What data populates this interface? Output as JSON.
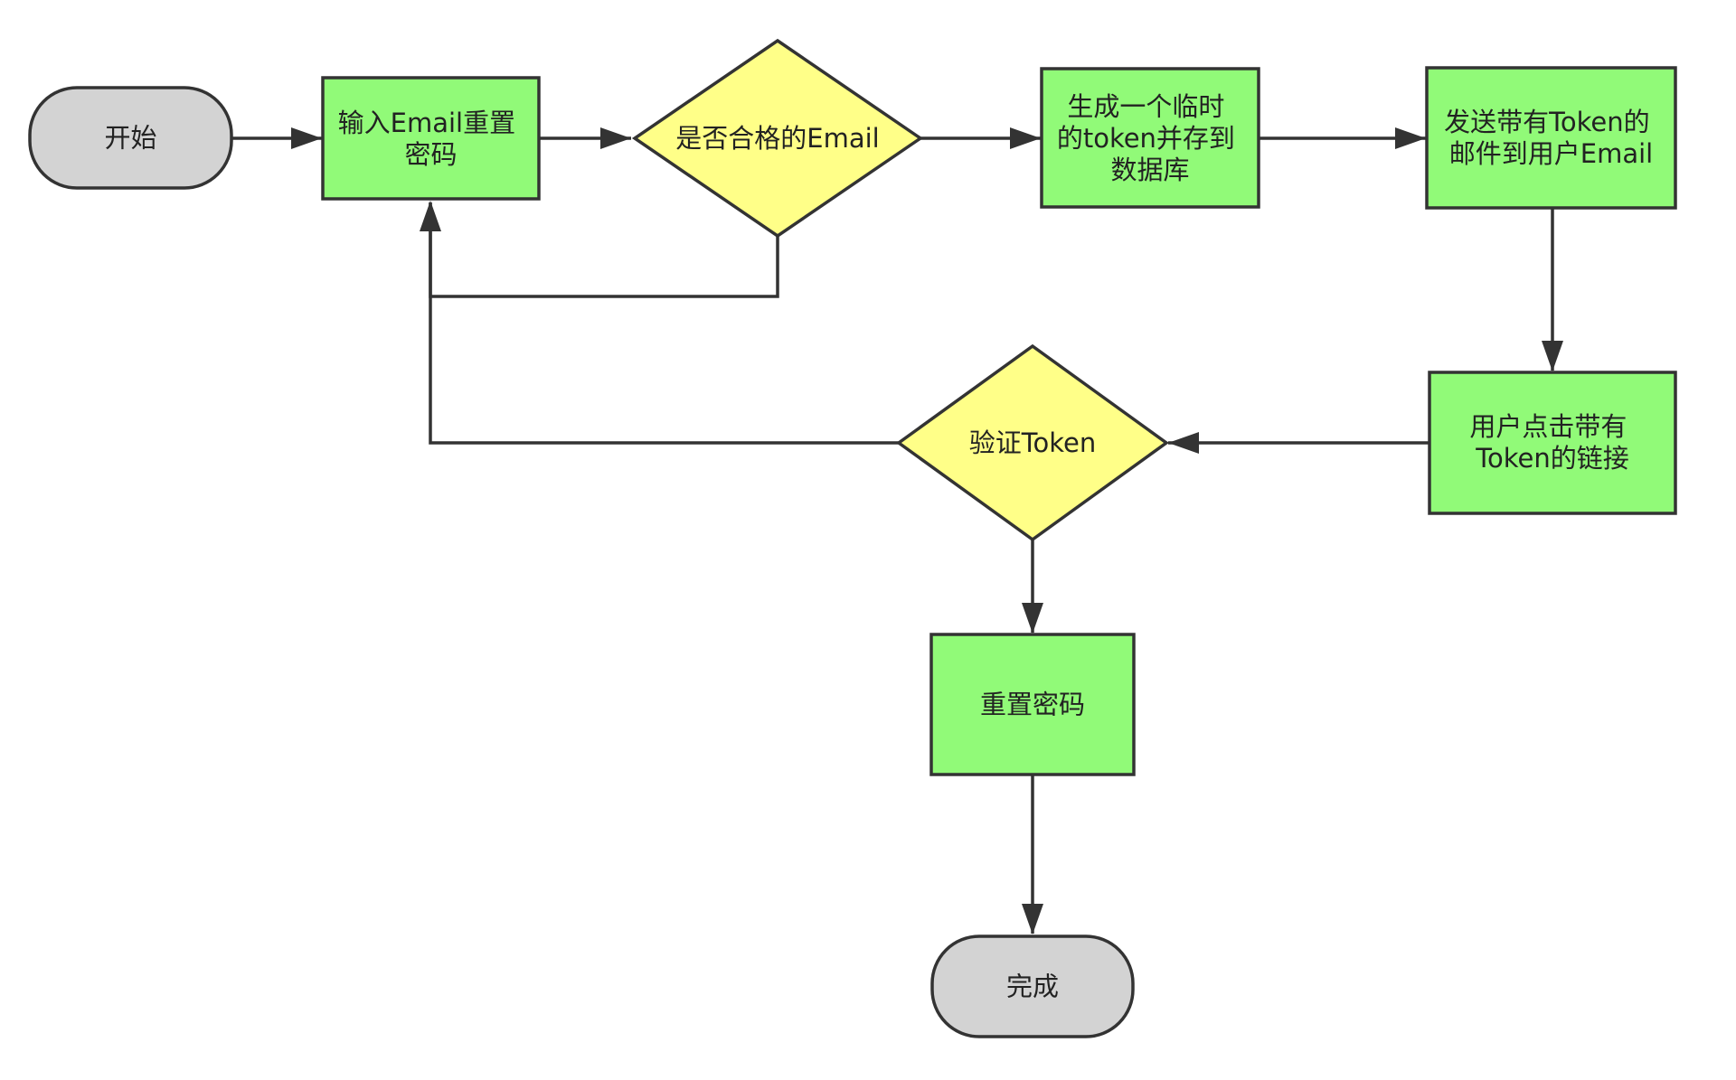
{
  "diagram": {
    "colors": {
      "terminal_fill": "#d3d3d3",
      "process_fill": "#91fa78",
      "decision_fill": "#ffff88",
      "stroke": "#333333",
      "text": "#222222"
    },
    "nodes": {
      "start": {
        "lines": [
          "开始"
        ]
      },
      "input_email": {
        "lines": [
          "输入Email重置",
          "密码"
        ]
      },
      "check_email": {
        "lines": [
          "是否合格的Email"
        ]
      },
      "gen_token": {
        "lines": [
          "生成一个临时",
          "的token并存到",
          "数据库"
        ]
      },
      "send_email": {
        "lines": [
          "发送带有Token的",
          "邮件到用户Email"
        ]
      },
      "click_link": {
        "lines": [
          "用户点击带有",
          "Token的链接"
        ]
      },
      "verify_token": {
        "lines": [
          "验证Token"
        ]
      },
      "reset_password": {
        "lines": [
          "重置密码"
        ]
      },
      "finish": {
        "lines": [
          "完成"
        ]
      }
    }
  }
}
